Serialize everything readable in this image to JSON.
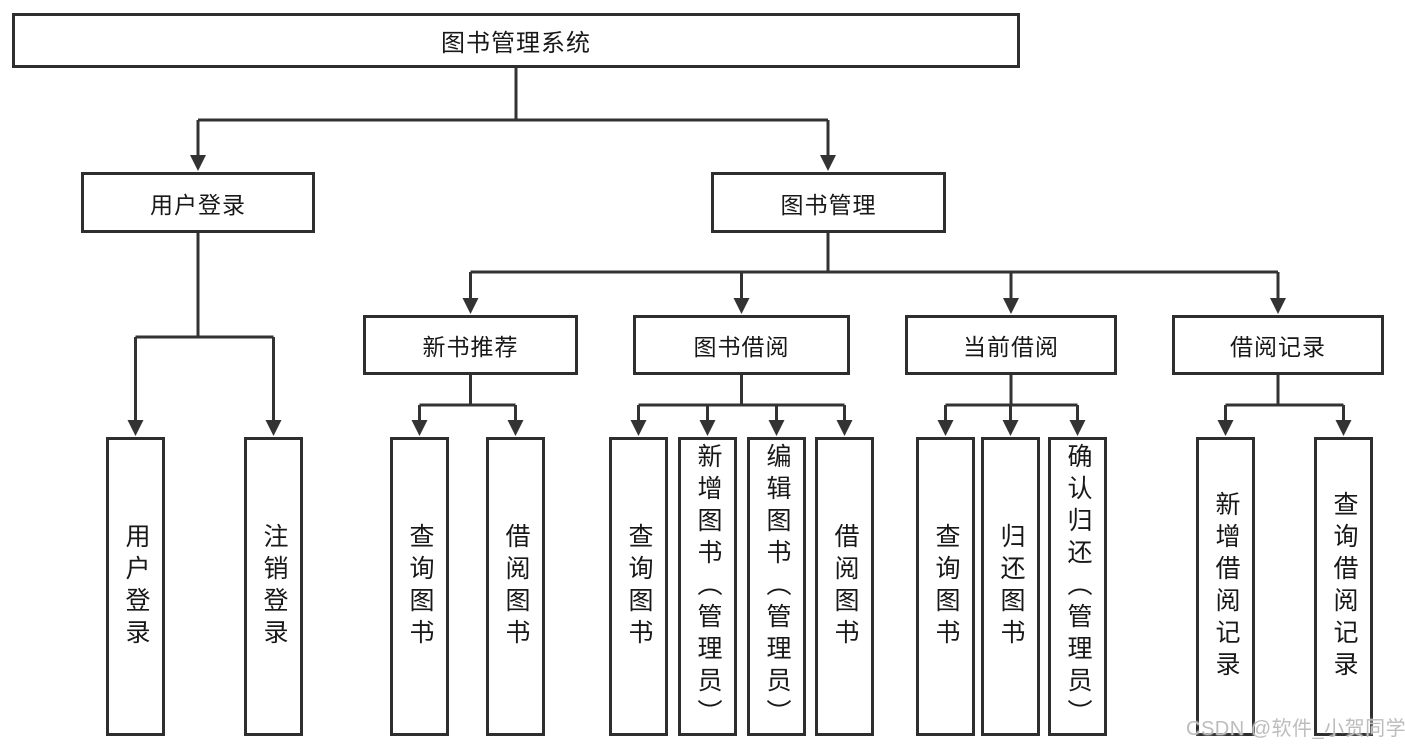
{
  "colors": {
    "line": "#333333",
    "box_border": "#2e2e2e",
    "box_fill": "#ffffff",
    "text": "#181818",
    "watermark": "#bdbdbd"
  },
  "watermark": "CSDN @软件_小贺同学",
  "tree": {
    "root": {
      "label": "图书管理系统"
    },
    "branches": [
      {
        "label": "用户登录",
        "leaves": [
          {
            "label": "用户登录"
          },
          {
            "label": "注销登录"
          }
        ]
      },
      {
        "label": "图书管理",
        "groups": [
          {
            "label": "新书推荐",
            "leaves": [
              {
                "label": "查询图书"
              },
              {
                "label": "借阅图书"
              }
            ]
          },
          {
            "label": "图书借阅",
            "leaves": [
              {
                "label": "查询图书"
              },
              {
                "label": "新增图书（管理员）"
              },
              {
                "label": "编辑图书（管理员）"
              },
              {
                "label": "借阅图书"
              }
            ]
          },
          {
            "label": "当前借阅",
            "leaves": [
              {
                "label": "查询图书"
              },
              {
                "label": "归还图书"
              },
              {
                "label": "确认归还（管理员）"
              }
            ]
          },
          {
            "label": "借阅记录",
            "leaves": [
              {
                "label": "新增借阅记录"
              },
              {
                "label": "查询借阅记录"
              }
            ]
          }
        ]
      }
    ]
  }
}
